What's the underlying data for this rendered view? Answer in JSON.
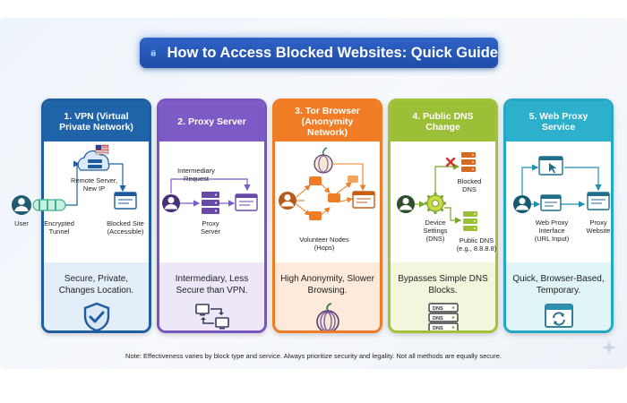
{
  "title": "How to Access Blocked Websites: Quick Guide",
  "panels": [
    {
      "heading": "1. VPN (Virtual Private Network)",
      "summary": "Secure, Private, Changes Location.",
      "labels": {
        "user": "User",
        "tunnel": [
          "Encrypted",
          "Tunnel"
        ],
        "server": [
          "Remote Server,",
          "New IP"
        ],
        "site": [
          "Blocked Site",
          "(Accessible)"
        ]
      }
    },
    {
      "heading": "2. Proxy Server",
      "summary": "Intermediary, Less Secure than VPN.",
      "labels": {
        "request": [
          "Intermediary",
          "Request"
        ],
        "proxy": [
          "Proxy",
          "Server"
        ]
      }
    },
    {
      "heading": "3. Tor Browser (Anonymity Network)",
      "summary": "High Anonymity, Slower Browsing.",
      "labels": {
        "nodes": [
          "Volunteer Nodes",
          "(Hops)"
        ]
      }
    },
    {
      "heading": "4. Public DNS Change",
      "summary": "Bypasses Simple DNS Blocks.",
      "labels": {
        "blocked": [
          "Blocked",
          "DNS"
        ],
        "device": [
          "Device",
          "Settings",
          "(DNS)"
        ],
        "public": [
          "Public DNS",
          "(e.g., 8.8.8.8)"
        ],
        "dns_tag": "DNS"
      }
    },
    {
      "heading": "5. Web Proxy Service",
      "summary": "Quick, Browser-Based, Temporary.",
      "labels": {
        "interface": [
          "Web Proxy",
          "Interface",
          "(URL Input)"
        ],
        "website": [
          "Proxy",
          "Website"
        ]
      }
    }
  ],
  "note": "Note: Effectiveness varies by block type and service. Always prioritize security and legality. Not all methods are equally secure.",
  "colors": {
    "vpn": "#1f63a8",
    "proxy": "#7c5bc6",
    "tor": "#f07d26",
    "dns": "#9dbf37",
    "web": "#2cb0cc",
    "title_bg": "#1f4ea8"
  }
}
